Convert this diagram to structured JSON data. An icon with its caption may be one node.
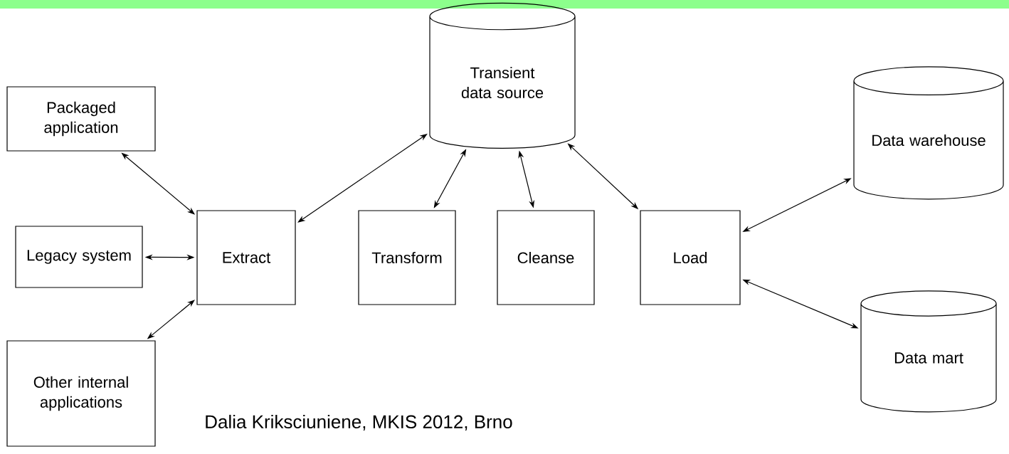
{
  "diagram": {
    "nodes": [
      {
        "text": [
          "Packaged application"
        ]
      },
      {
        "text": [
          "Legacy system"
        ]
      },
      {
        "text": [
          "Other internal applications"
        ]
      },
      {
        "text": [
          "Extract"
        ]
      },
      {
        "text": [
          "Transform"
        ]
      },
      {
        "text": [
          "Cleanse"
        ]
      },
      {
        "text": [
          "Load"
        ]
      },
      {
        "text": [
          "Transient data source"
        ]
      },
      {
        "text": [
          "Data warehouse"
        ]
      },
      {
        "text": [
          "Data mart"
        ]
      }
    ],
    "edges": [
      {
        "from": 0,
        "to": 3,
        "arrow": "both"
      },
      {
        "from": 1,
        "to": 3,
        "arrow": "both"
      },
      {
        "from": 2,
        "to": 3,
        "arrow": "both"
      },
      {
        "from": 3,
        "to": 7,
        "arrow": "both"
      },
      {
        "from": 4,
        "to": 7,
        "arrow": "both"
      },
      {
        "from": 5,
        "to": 7,
        "arrow": "both"
      },
      {
        "from": 6,
        "to": 7,
        "arrow": "both"
      },
      {
        "from": 6,
        "to": 8,
        "arrow": "both"
      },
      {
        "from": 6,
        "to": 9,
        "arrow": "both"
      }
    ],
    "labels": [
      "Dalia Kriksciuniene, MKIS 2012, Brno"
    ]
  }
}
